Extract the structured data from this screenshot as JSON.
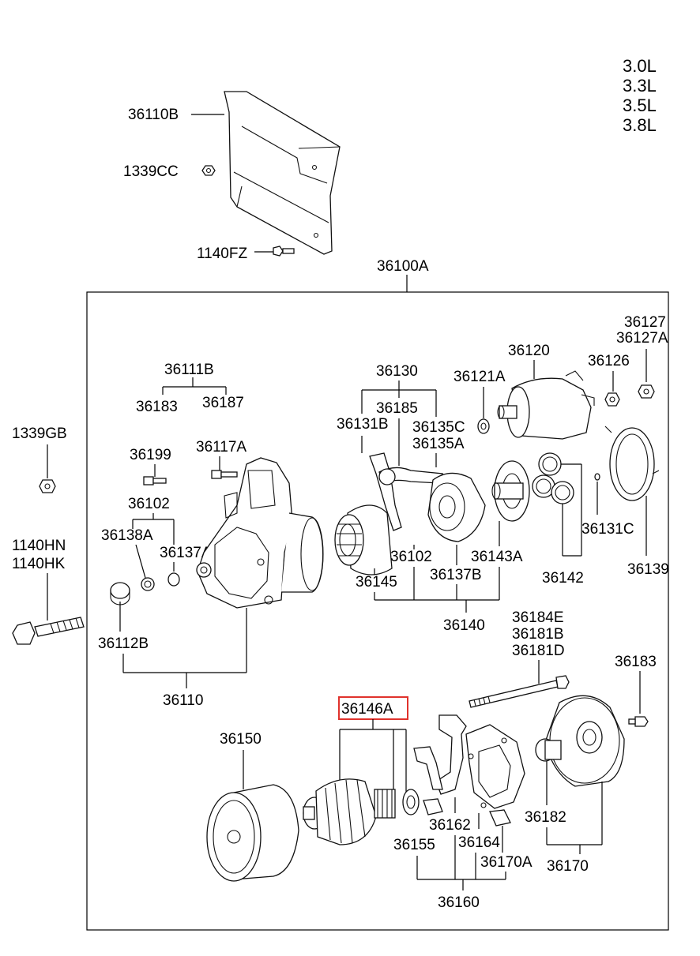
{
  "engine_variants": [
    "3.0L",
    "3.3L",
    "3.5L",
    "3.8L"
  ],
  "highlight_color": "#e0322c",
  "labels": {
    "p36110B": "36110B",
    "p1339CC": "1339CC",
    "p1140FZ": "1140FZ",
    "p36100A": "36100A",
    "p1339GB": "1339GB",
    "p1140HN": "1140HN",
    "p1140HK": "1140HK",
    "p36111B": "36111B",
    "p36183a": "36183",
    "p36187": "36187",
    "p36199": "36199",
    "p36117A": "36117A",
    "p36102a": "36102",
    "p36138A": "36138A",
    "p36137A": "36137A",
    "p36112B": "36112B",
    "p36110": "36110",
    "p36130": "36130",
    "p36185": "36185",
    "p36131B": "36131B",
    "p36135C": "36135C",
    "p36135A": "36135A",
    "p36121A": "36121A",
    "p36120": "36120",
    "p36126": "36126",
    "p36127": "36127",
    "p36127A": "36127A",
    "p36131C": "36131C",
    "p36139": "36139",
    "p36145": "36145",
    "p36102b": "36102",
    "p36137B": "36137B",
    "p36143A": "36143A",
    "p36142": "36142",
    "p36140": "36140",
    "p36184E": "36184E",
    "p36181B": "36181B",
    "p36181D": "36181D",
    "p36183b": "36183",
    "p36146A": "36146A",
    "p36150": "36150",
    "p36162": "36162",
    "p36164": "36164",
    "p36155": "36155",
    "p36170A": "36170A",
    "p36182": "36182",
    "p36170": "36170",
    "p36160": "36160"
  }
}
